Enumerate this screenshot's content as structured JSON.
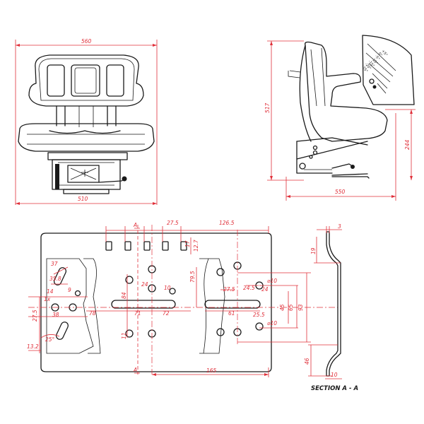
{
  "colors": {
    "outline": "#1a1a1a",
    "dimension": "#e0303a",
    "background": "#ffffff"
  },
  "front_view": {
    "dim_width_top": "560",
    "dim_width_bottom": "510"
  },
  "side_view": {
    "dim_height": "517",
    "dim_seat_height": "244",
    "dim_depth": "550",
    "angle_scale_text": [
      "+5°",
      "0°",
      "-5°",
      "-10°",
      "-15°",
      "-20°",
      "-25°"
    ]
  },
  "plate_view": {
    "dim_27_5_top": "27.5",
    "dim_126_5": "126.5",
    "dim_17": "17",
    "dim_12_7": "12.7",
    "dim_37": "37",
    "dim_35_8": "35.8",
    "dim_14": "14",
    "dim_1x": "1x",
    "dim_9": "9",
    "dim_38": "38",
    "dim_27_5_left": "27.5",
    "dim_13_2": "13.2",
    "dim_25_deg": "25°",
    "dim_84": "84",
    "dim_24": "24",
    "dim_10": "10",
    "dim_79_5": "79.5",
    "dim_78": "78",
    "dim_71": "71",
    "dim_72": "72",
    "dim_61": "61",
    "dim_27_5_right": "27.5",
    "dim_24_5": "24.5",
    "dim_24_right": "24",
    "dim_25_5": "25.5",
    "dim_hole_top": "⌀10",
    "dim_hole_bottom": "⌀10",
    "dim_45": "45",
    "dim_65": "65",
    "dim_93": "93",
    "dim_11": "11",
    "dim_165": "165",
    "section_mark_top": "A",
    "section_mark_bottom": "A"
  },
  "section_view": {
    "dim_3": "3",
    "dim_19": "19",
    "dim_46": "46",
    "dim_10_bottom": "10",
    "title": "SECTION A - A"
  }
}
